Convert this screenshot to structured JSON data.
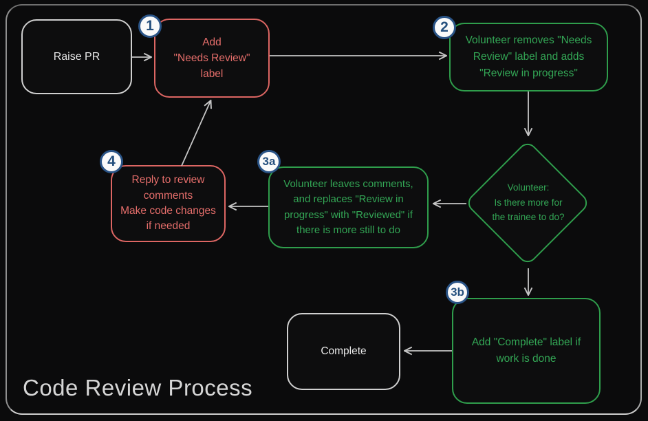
{
  "title": "Code Review Process",
  "colors": {
    "background": "#0b0b0c",
    "frame_gray": "#8f8f8f",
    "node_white": "#d0d0d0",
    "node_red": "#e66e6b",
    "node_green": "#33a655",
    "badge_blue": "#2a5487",
    "badge_fill": "#fafafa",
    "arrow_gray": "#c6c6c6",
    "title_gray": "#d6d6d6"
  },
  "badges": {
    "one": "1",
    "two": "2",
    "three_a": "3a",
    "three_b": "3b",
    "four": "4"
  },
  "nodes": {
    "raise_pr": {
      "label": "Raise PR"
    },
    "add_needs_review": {
      "label": "Add\n\"Needs Review\"\nlabel"
    },
    "volunteer_removes": {
      "label": "Volunteer removes \"Needs\nReview\" label and adds\n\"Review in progress\""
    },
    "decision": {
      "label": "Volunteer:\nIs there more for\nthe trainee to do?"
    },
    "volunteer_leaves": {
      "label": "Volunteer leaves comments,\nand replaces \"Review in\nprogress\" with \"Reviewed\" if\nthere is more still to do"
    },
    "reply_comments": {
      "label": "Reply to review\ncomments\nMake code changes\nif needed"
    },
    "add_complete": {
      "label": "Add \"Complete\" label if\nwork is done"
    },
    "complete": {
      "label": "Complete"
    }
  }
}
